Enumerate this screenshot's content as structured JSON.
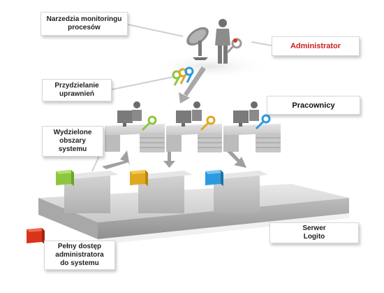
{
  "labels": {
    "tools": "Narzedzia monitoringu\nprocesów",
    "administrator": "Administrator",
    "permissions": "Przydzielanie\nuprawnień",
    "employees": "Pracownicy",
    "areas": "Wydzielone\nobszary\nsystemu",
    "server": "Serwer\nLogito",
    "full_access": "Pełny dostęp\nadministratora\ndo systemu"
  },
  "colors": {
    "green": "#8dc63f",
    "orange": "#e0a81e",
    "blue": "#2b9be0",
    "red": "#d9341b",
    "admin_text": "#cc1f1f"
  },
  "icons": [
    "satellite-dish-icon",
    "person-icon",
    "key-icon",
    "desk-icon",
    "monitor-icon",
    "box-icon",
    "arrow-icon"
  ]
}
